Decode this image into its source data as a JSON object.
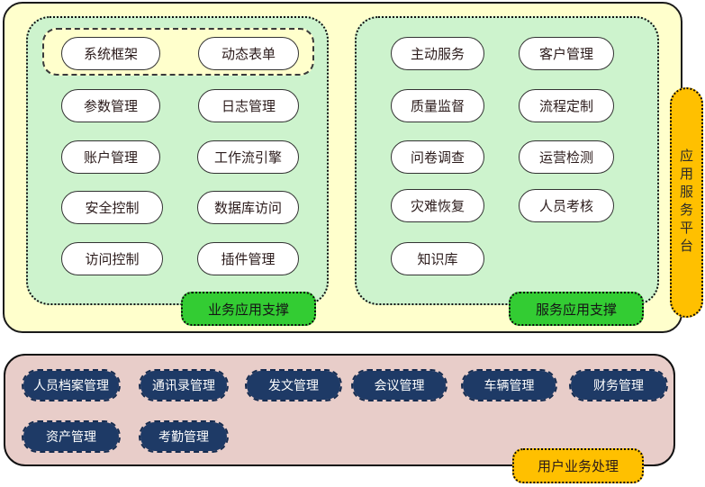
{
  "colors": {
    "platform_bg": "#FFFFCC",
    "panel_bg": "#CDF3CD",
    "support_badge_bg": "#33CC33",
    "platform_pill_bg": "#FFC000",
    "user_band_bg": "#E8CDC9",
    "user_pill_bg": "#1E3A66",
    "node_pill_bg": "#FFFFFF"
  },
  "platform": {
    "label": "应用服务平台"
  },
  "business_support": {
    "badge": "业务应用支撑",
    "framework_nodes": [
      "系统框架",
      "动态表单"
    ],
    "nodes": [
      "参数管理",
      "日志管理",
      "账户管理",
      "工作流引擎",
      "安全控制",
      "数据库访问",
      "访问控制",
      "插件管理"
    ]
  },
  "service_support": {
    "badge": "服务应用支撑",
    "nodes": [
      "主动服务",
      "客户管理",
      "质量监督",
      "流程定制",
      "问卷调查",
      "运营检测",
      "灾难恢复",
      "人员考核",
      "知识库"
    ]
  },
  "user_business": {
    "badge": "用户业务处理",
    "nodes": [
      "人员档案管理",
      "通讯录管理",
      "发文管理",
      "会议管理",
      "车辆管理",
      "财务管理",
      "资产管理",
      "考勤管理"
    ]
  }
}
